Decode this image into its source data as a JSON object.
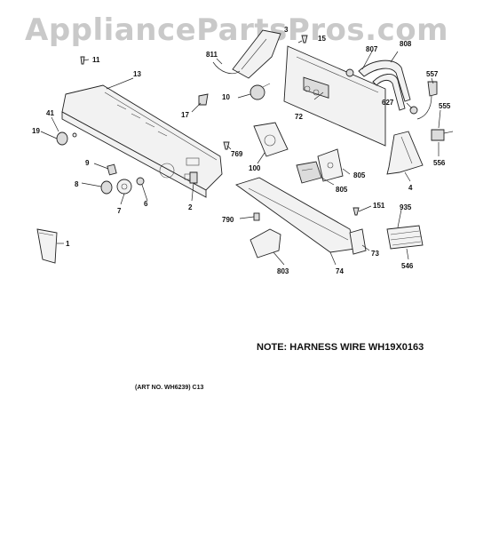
{
  "watermark": "AppliancePartsPros.com",
  "note": "NOTE: HARNESS WIRE WH19X0163",
  "art_number": "(ART NO. WH6239) C13",
  "callouts": {
    "c1": "1",
    "c2": "2",
    "c3": "3",
    "c4": "4",
    "c6": "6",
    "c7": "7",
    "c8": "8",
    "c9": "9",
    "c10": "10",
    "c11": "11",
    "c13": "13",
    "c15": "15",
    "c17": "17",
    "c19": "19",
    "c41": "41",
    "c72": "72",
    "c73": "73",
    "c74": "74",
    "c100": "100",
    "c151": "151",
    "c546": "546",
    "c555": "555",
    "c556": "556",
    "c557": "557",
    "c627": "627",
    "c769": "769",
    "c790": "790",
    "c803": "803",
    "c805a": "805",
    "c805b": "805",
    "c807": "807",
    "c808": "808",
    "c811": "811",
    "c935": "935"
  }
}
